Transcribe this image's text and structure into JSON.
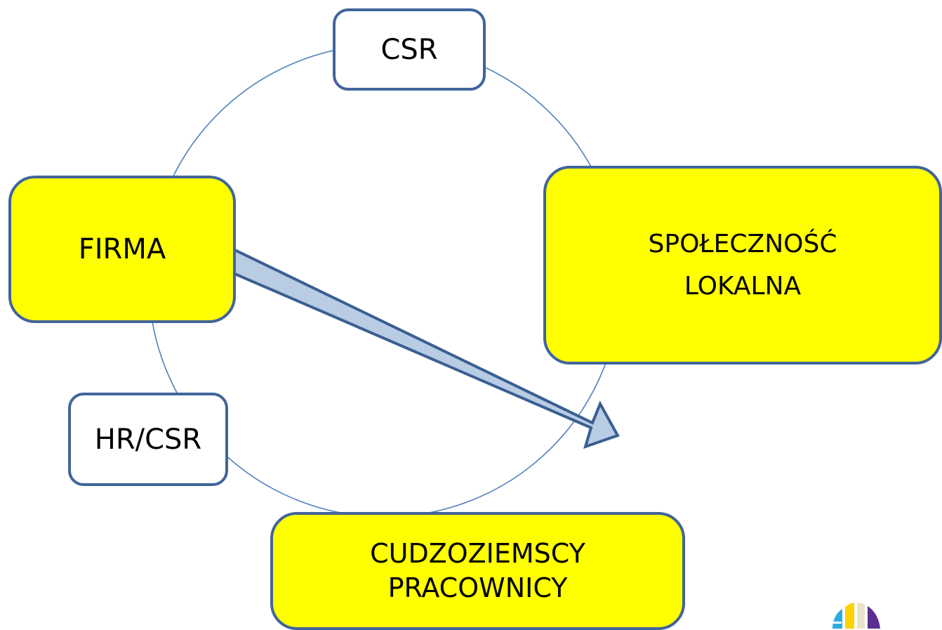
{
  "diagram": {
    "nodes": {
      "csr": {
        "label": "CSR"
      },
      "firma": {
        "label": "FIRMA"
      },
      "spolecznosc": {
        "line1": "SPOŁECZNOŚĆ",
        "line2": "LOKALNA"
      },
      "hr_csr": {
        "label": "HR/CSR"
      },
      "cudzoziemscy": {
        "line1": "CUDZOZIEMSCY",
        "line2": "PRACOWNICY"
      }
    },
    "arrow": {
      "from": "FIRMA",
      "to": "CUDZOZIEMSCY PRACOWNICY"
    },
    "colors": {
      "box_border": "#41659a",
      "highlight_fill": "#ffff00",
      "cycle_line": "#4f81bd",
      "arrow_fill": "#b8cce4",
      "arrow_border": "#3a5f91"
    },
    "logo": {
      "colors": [
        "#29abe2",
        "#ffd200",
        "#e9e4c8",
        "#5c2d91"
      ]
    }
  }
}
